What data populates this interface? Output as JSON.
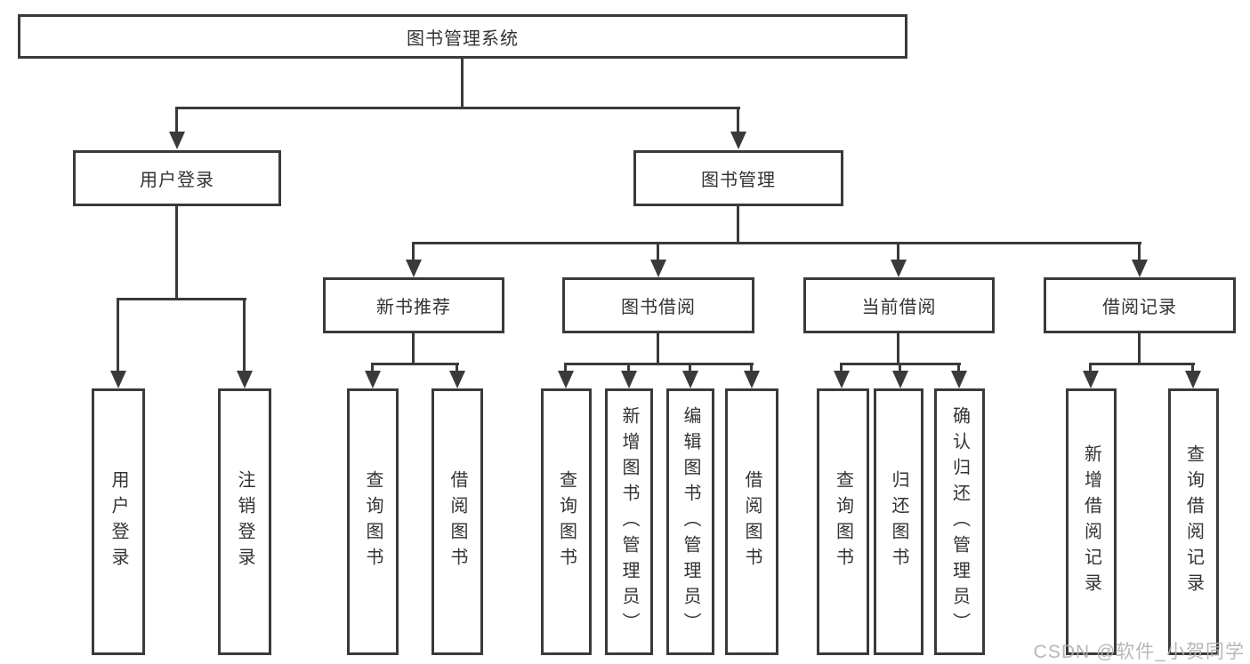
{
  "diagram": {
    "root": {
      "label": "图书管理系统"
    },
    "branches": [
      {
        "label": "用户登录",
        "children": [
          {
            "label": "用户登录"
          },
          {
            "label": "注销登录"
          }
        ]
      },
      {
        "label": "图书管理",
        "children": [
          {
            "label": "新书推荐",
            "children": [
              {
                "label": "查询图书"
              },
              {
                "label": "借阅图书"
              }
            ]
          },
          {
            "label": "图书借阅",
            "children": [
              {
                "label": "查询图书"
              },
              {
                "label": "新增图书（管理员）"
              },
              {
                "label": "编辑图书（管理员）"
              },
              {
                "label": "借阅图书"
              }
            ]
          },
          {
            "label": "当前借阅",
            "children": [
              {
                "label": "查询图书"
              },
              {
                "label": "归还图书"
              },
              {
                "label": "确认归还（管理员）"
              }
            ]
          },
          {
            "label": "借阅记录",
            "children": [
              {
                "label": "新增借阅记录"
              },
              {
                "label": "查询借阅记录"
              }
            ]
          }
        ]
      }
    ]
  },
  "watermark": {
    "text": "CSDN @软件_小贺同学"
  },
  "colors": {
    "line": "#3a3a3a",
    "text": "#333333",
    "watermark": "#b0b0b0"
  }
}
